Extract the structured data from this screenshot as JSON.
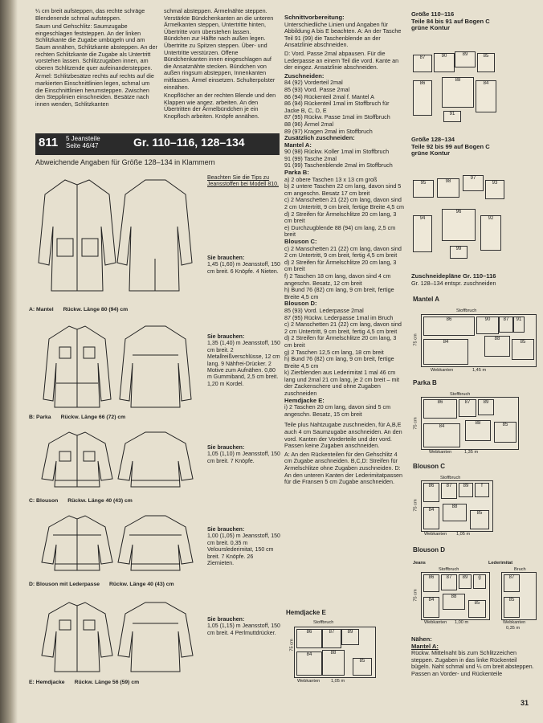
{
  "colA": [
    "¼ cm breit aufsteppen, das rechte schräge Blendenende schmal aufsteppen.",
    "Saum und Gehschlitz: Saumzugabe eingeschlagen feststeppen. An der linken Schlitzkante die Zugabe umbügeln und am Saum annähen, Schlitzkante absteppen. An der rechten Schlitzkante die Zugabe als Untertritt vorstehen lassen. Schlitzzugaben innen, am oberen Schlitzende quer aufeinandersteppen.",
    "Ärmel: Schlitzbesätze rechts auf rechts auf die markierten Einschnittlinien legen, schmal um die Einschnittlinien herumsteppen. Zwischen den Stepplinien einschneiden. Besätze nach innen wenden, Schlitzkanten"
  ],
  "colB": [
    "schmal absteppen. Ärmelnähte steppen. Verstärkte Bündchenkanten an die unteren Ärmelkanten steppen, Untertritte hinten, Übertritte vorn überstehen lassen. Bündchen zur Hälfte nach außen legen. Übertritte zu Spitzen steppen. Über- und Untertritte verstürzen. Offene Bündchenkanten innen eingeschlagen auf die Ansatznähte stecken. Bündchen von außen ringsum absteppen, Innenkanten mitfassen. Ärmel einsetzen. Schulterpolster einnähen.",
    "Knopflöcher an der rechten Blende und den Klappen wie angez. arbeiten. An den Übertritten der Ärmelbündchen je ein Knopfloch arbeiten. Knöpfe annähen."
  ],
  "header": {
    "num": "811",
    "sub1": "5 Jeansteile",
    "sub2": "Seite 46/47",
    "size": "Gr. 110–116, 128–134"
  },
  "intro": "Abweichende Angaben für Größe 128–134 in Klammern",
  "tip": "Beachten Sie die Tips zu Jeansstoffen bei Modell 810.",
  "garments": [
    {
      "label": "A: Mantel",
      "len": "Rückw. Länge 80 (94) cm",
      "need_t": "Sie brauchen:",
      "need": "1,45 (1,60) m Jeansstoff, 150 cm breit. 6 Knöpfe. 4 Nieten."
    },
    {
      "label": "B: Parka",
      "len": "Rückw. Länge 66 (72) cm",
      "need_t": "Sie brauchen:",
      "need": "1,35 (1,40) m Jeansstoff, 150 cm breit. 2 Metallreißverschlüsse, 12 cm lang. 9 Nähfrei-Drücker. 2 Motive zum Aufnähen. 0,80 m Gummiband, 2,5 cm breit. 1,20 m Kordel."
    },
    {
      "label": "C: Blouson",
      "len": "Rückw. Länge 40 (43) cm",
      "need_t": "Sie brauchen:",
      "need": "1,05 (1,10) m Jeansstoff, 150 cm breit. 7 Knöpfe."
    },
    {
      "label": "D: Blouson mit Lederpasse",
      "len": "Rückw. Länge 40 (43) cm",
      "need_t": "Sie brauchen:",
      "need": "1,00 (1,05) m Jeansstoff, 150 cm breit. 0,35 m Velourslederimitat, 150 cm breit. 7 Knöpfe. 26 Ziernieten."
    },
    {
      "label": "E: Hemdjacke",
      "len": "Rückw. Länge 56 (59) cm",
      "need_t": "Sie brauchen:",
      "need": "1,05 (1,15) m Jeansstoff, 150 cm breit. 4 Perlmuttdrücker."
    }
  ],
  "colC": {
    "t1": "Schnittvorbereitung:",
    "p1": "Unterschiedliche Linien und Angaben für Abbildung A bis E beachten. A: An der Tasche Teil 91 (99) die Taschenblende an der Ansatzlinie abschneiden.",
    "p2": "D: Vord. Passe 2mal abpausen. Für die Lederpasse an einem Teil die vord. Kante an der eingez. Ansatzlinie abschneiden.",
    "t2": "Zuschneiden:",
    "list1": [
      "84 (92) Vorderteil 2mal",
      "85 (93) Vord. Passe 2mal",
      "86 (94) Rückenteil 2mal f. Mantel A",
      "86 (94) Rückenteil 1mal im Stoffbruch für Jacke B, C, D, E",
      "87 (95) Rückw. Passe 1mal im Stoffbruch",
      "88 (96) Ärmel 2mal",
      "89 (97) Kragen 2mal im Stoffbruch"
    ],
    "t3": "Zusätzlich zuschneiden:",
    "ta": "Mantel A:",
    "listA": [
      "90 (98) Rückw. Koller 1mal im Stoffbruch",
      "91 (99) Tasche 2mal",
      "91 (99) Taschenblende 2mal im Stoffbruch"
    ],
    "tb": "Parka B:",
    "listB": [
      "a) 2 obere Taschen 13 x 13 cm groß",
      "b) 2 untere Taschen 22 cm lang, davon sind 5 cm angeschn. Besatz 17 cm breit",
      "c) 2 Manschetten 21 (22) cm lang, davon sind 2 cm Untertritt, 9 cm breit, fertige Breite 4,5 cm",
      "d) 2 Streifen für Ärmelschlitze 20 cm lang, 3 cm breit",
      "e) Durchzugblende 88 (94) cm lang, 2,5 cm breit"
    ],
    "tc": "Blouson C:",
    "listC": [
      "c) 2 Manschetten 21 (22) cm lang, davon sind 2 cm Untertritt, 9 cm breit, fertig 4,5 cm breit",
      "d) 2 Streifen für Ärmelschlitze 20 cm lang, 3 cm breit",
      "f) 2 Taschen 18 cm lang, davon sind 4 cm angeschn. Besatz, 12 cm breit",
      "h) Bund 76 (82) cm lang, 9 cm breit, fertige Breite 4,5 cm"
    ],
    "td": "Blouson D:",
    "listD": [
      "85 (93) Vord. Lederpasse 2mal",
      "87 (95) Rückw. Lederpasse 1mal im Bruch",
      "c) 2 Manschetten 21 (22) cm lang, davon sind 2 cm Untertritt, 9 cm breit, fertig 4,5 cm breit",
      "d) 2 Streifen für Ärmelschlitze 20 cm lang, 3 cm breit",
      "g) 2 Taschen 12,5 cm lang, 18 cm breit",
      "h) Bund 76 (82) cm lang, 9 cm breit, fertige Breite 4,5 cm",
      "k) Zierblenden aus Lederimitat 1 mal 46 cm lang und 2mal 21 cm lang, je 2 cm breit – mit der Zackenschere und ohne Zugaben zuschneiden"
    ],
    "te": "Hemdjacke E:",
    "listE": [
      "i) 2 Taschen 20 cm lang, davon sind 5 cm angeschn. Besatz, 15 cm breit"
    ],
    "p3": "Teile plus Nahtzugabe zuschneiden, für A,B,E auch 4 cm Saumzugabe anschneiden. An den vord. Kanten der Vorderteile und der vord. Passen keine Zugaben anschneiden.",
    "p4": "A: An den Rückenteilen für den Gehschlitz 4 cm Zugabe anschneiden. B,C,D: Streifen für Ärmelschlitze ohne Zugaben zuschneiden. D: An den unteren Kanten der Lederimitatpassen für die Fransen 5 cm Zugabe anschneiden.",
    "planE": {
      "title": "Hemdjacke E",
      "fold": "Stoffbruch",
      "sel": "Webkanten",
      "w": "1,05 m",
      "h": "75 cm"
    }
  },
  "colD": {
    "g1": "Größe 110–116",
    "g1b": "Teile 84 bis 91 auf Bogen C",
    "g1c": "grüne Kontur",
    "g2": "Größe 128–134",
    "g2b": "Teile 92 bis 99 auf Bogen C",
    "g2c": "grüne Kontur",
    "zt": "Zuschneidepläne Gr. 110–116",
    "zt2": "Gr. 128–134 entspr. zuschneiden",
    "plans": [
      {
        "title": "Mantel A",
        "fold": "Stoffbruch",
        "sel": "Webkanten",
        "w": "1,45 m",
        "h": "75 cm"
      },
      {
        "title": "Parka B",
        "fold": "Stoffbruch",
        "sel": "Webkanten",
        "w": "1,35 m",
        "h": "75 cm"
      },
      {
        "title": "Blouson C",
        "fold": "Stoffbruch",
        "sel": "Webkanten",
        "w": "1,05 m",
        "h": "75 cm"
      },
      {
        "title": "Blouson D",
        "t_jeans": "Jeans",
        "t_leder": "Lederimitat",
        "fold": "Stoffbruch",
        "fold2": "Bruch",
        "sel": "Webkanten",
        "w": "1,00 m",
        "h": "75 cm",
        "sel2": "Webkanten",
        "w2": "0,35 m"
      }
    ],
    "naehen": "Nähen:",
    "mantel": "Mantel A:",
    "np": "Rückw. Mittelnaht bis zum Schlitzzeichen steppen. Zugaben in das linke Rückenteil bügeln. Naht schmal und ¼ cm breit absteppen. Passen an Vorder- und Rückenteile"
  },
  "page_num": "31"
}
